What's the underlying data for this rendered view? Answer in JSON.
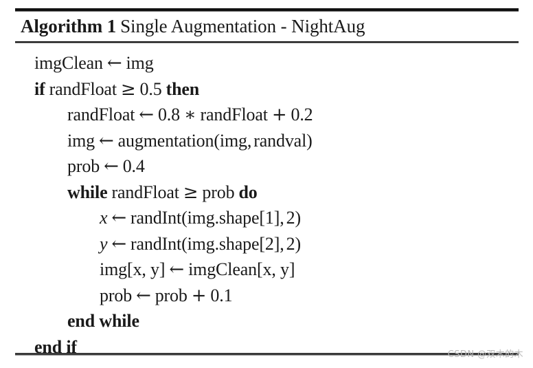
{
  "document": {
    "type": "algorithm-pseudocode-block",
    "title": {
      "keyword": "Algorithm 1",
      "name": "Single Augmentation - NightAug"
    },
    "rules": {
      "top": "thick-double",
      "mid": "thin-double",
      "bottom": "thin"
    },
    "lines": [
      {
        "indent": 0,
        "text": "imgClean ← img"
      },
      {
        "indent": 0,
        "text": "if randFloat ≥ 0.5 then"
      },
      {
        "indent": 1,
        "text": "randFloat ← 0.8 ∗ randFloat + 0.2"
      },
      {
        "indent": 1,
        "text": "img ← augmentation(img, randval)"
      },
      {
        "indent": 1,
        "text": "prob ← 0.4"
      },
      {
        "indent": 1,
        "text": "while randFloat ≥ prob do"
      },
      {
        "indent": 2,
        "text": "x ← randInt(img.shape[1], 2)"
      },
      {
        "indent": 2,
        "text": "y ← randInt(img.shape[2], 2)"
      },
      {
        "indent": 2,
        "text": "img[x, y] ← imgClean[x, y]"
      },
      {
        "indent": 2,
        "text": "prob ← prob + 0.1"
      },
      {
        "indent": 1,
        "text": "end while"
      },
      {
        "indent": 0,
        "text": "end if"
      }
    ],
    "tokens": {
      "imgClean": "imgClean",
      "img": "img",
      "arrow": "←",
      "kw_if": "if",
      "randFloat": "randFloat",
      "geq": "≥",
      "val_05": "0.5",
      "kw_then": "then",
      "val_08": "0.8",
      "ast": "∗",
      "plus": "+",
      "val_02": "0.2",
      "augmentation": "augmentation",
      "lparen": "(",
      "rparen": ")",
      "comma": ",",
      "randval": "randval",
      "prob": "prob",
      "val_04": "0.4",
      "kw_while": "while",
      "kw_do": "do",
      "var_x": "x",
      "var_y": "y",
      "randInt": "randInt",
      "img_shape1": "img.shape[1]",
      "img_shape2": "img.shape[2]",
      "val_2": "2",
      "img_xy": "img[x, y]",
      "imgClean_xy": "imgClean[x, y]",
      "val_01": "0.1",
      "kw_end_while": "end while",
      "kw_end_if": "end if"
    }
  },
  "watermark": {
    "text": "CSDN @双木的木",
    "color": "#b9b9b9"
  }
}
